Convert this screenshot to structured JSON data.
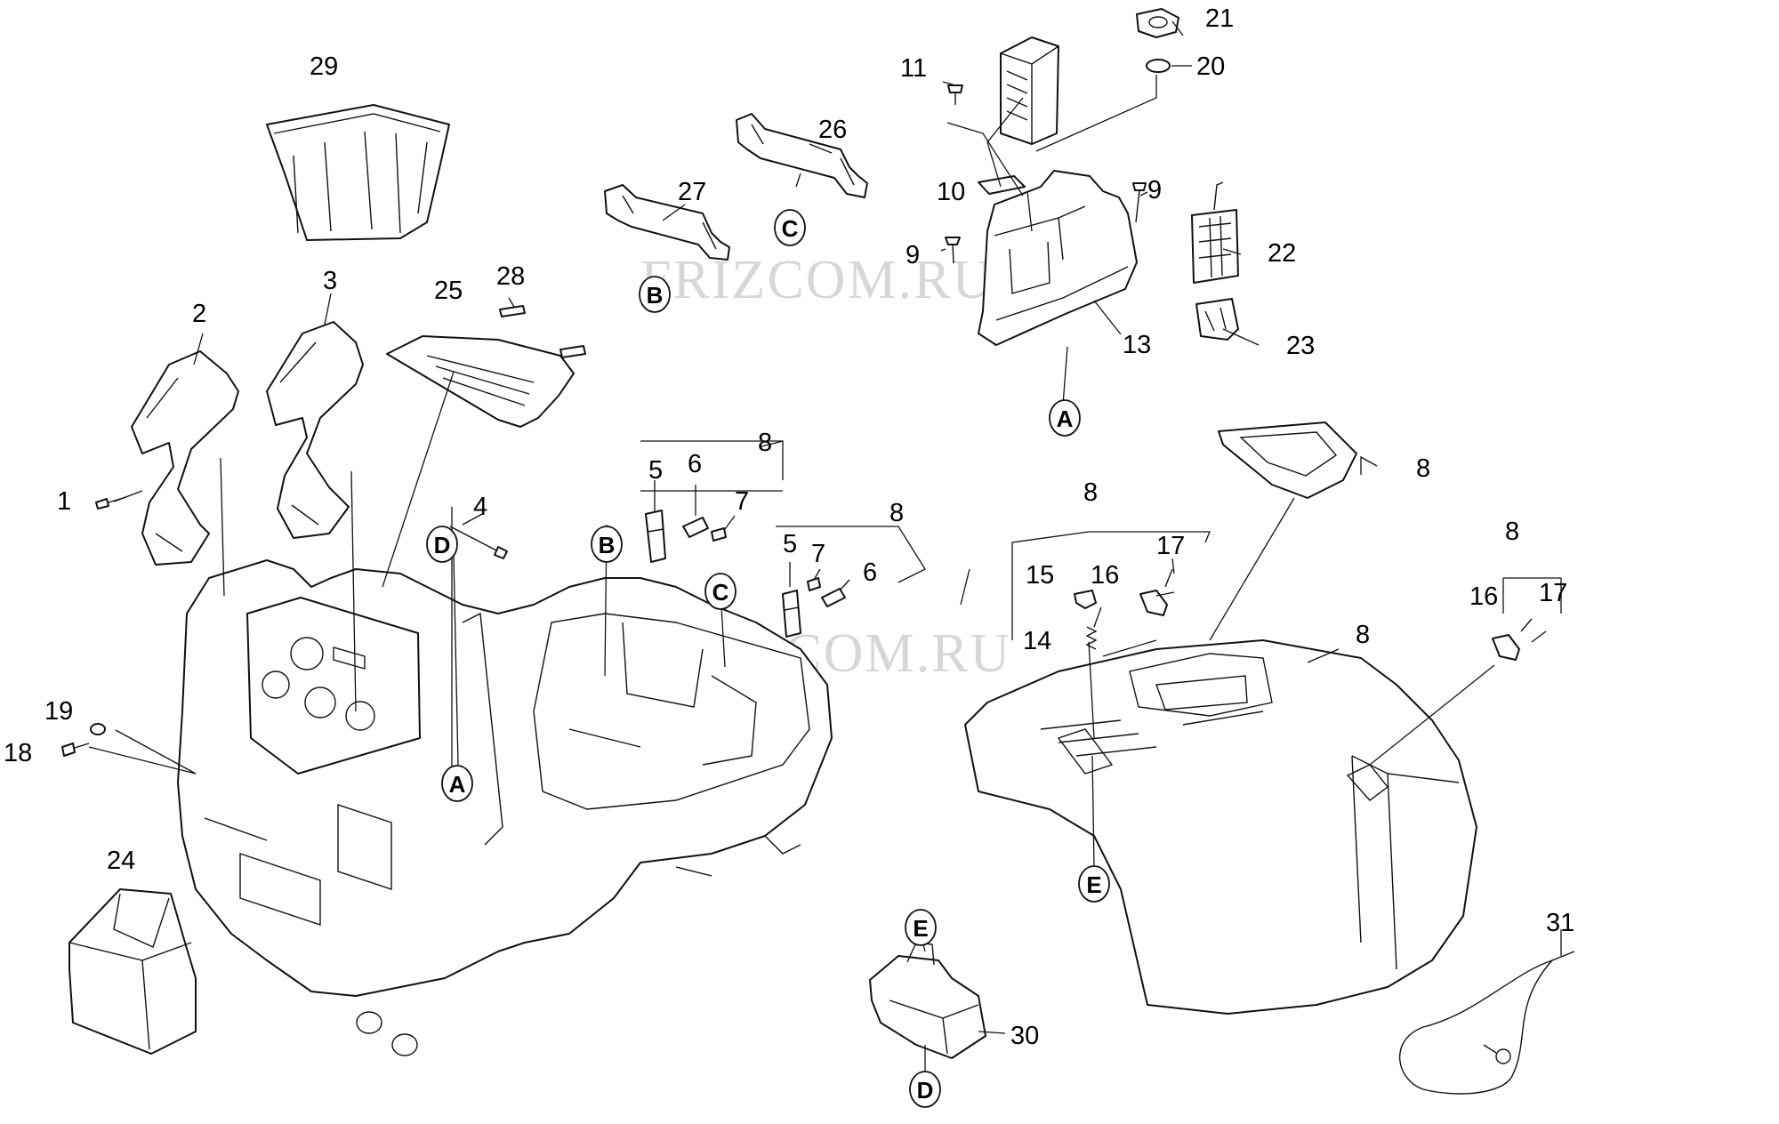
{
  "part_numbers": [
    "1",
    "2",
    "3",
    "4",
    "5",
    "6",
    "7",
    "8",
    "9",
    "10",
    "11",
    "13",
    "14",
    "15",
    "16",
    "17",
    "18",
    "19",
    "20",
    "21",
    "22",
    "23",
    "24",
    "25",
    "26",
    "27",
    "28",
    "29",
    "30",
    "31"
  ],
  "references": [
    "A",
    "B",
    "C",
    "D",
    "E"
  ],
  "watermark": "FRIZCOM.RU"
}
